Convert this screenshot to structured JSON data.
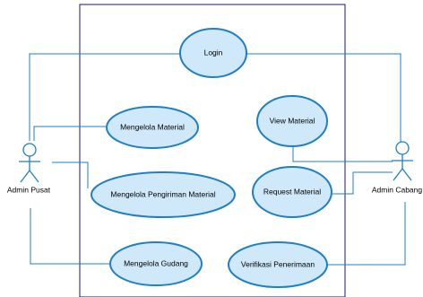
{
  "actors": {
    "left": {
      "label": "Admin Pusat"
    },
    "right": {
      "label": "Admin Cabang"
    }
  },
  "use_cases": {
    "login": "Login",
    "mengelola_material": "Mengelola Material",
    "mengelola_pengiriman": "Mengelola Pengiriman Material",
    "mengelola_gudang": "Mengelola Gudang",
    "view_material": "View Material",
    "request_material": "Request Material",
    "verifikasi_penerimaan": "Verifikasi Penerimaan"
  },
  "colors": {
    "usecase_fill": "#cfe9fb",
    "usecase_stroke": "#1f7fc4",
    "line": "#1f7fc4",
    "boundary": "#1a1a66"
  }
}
